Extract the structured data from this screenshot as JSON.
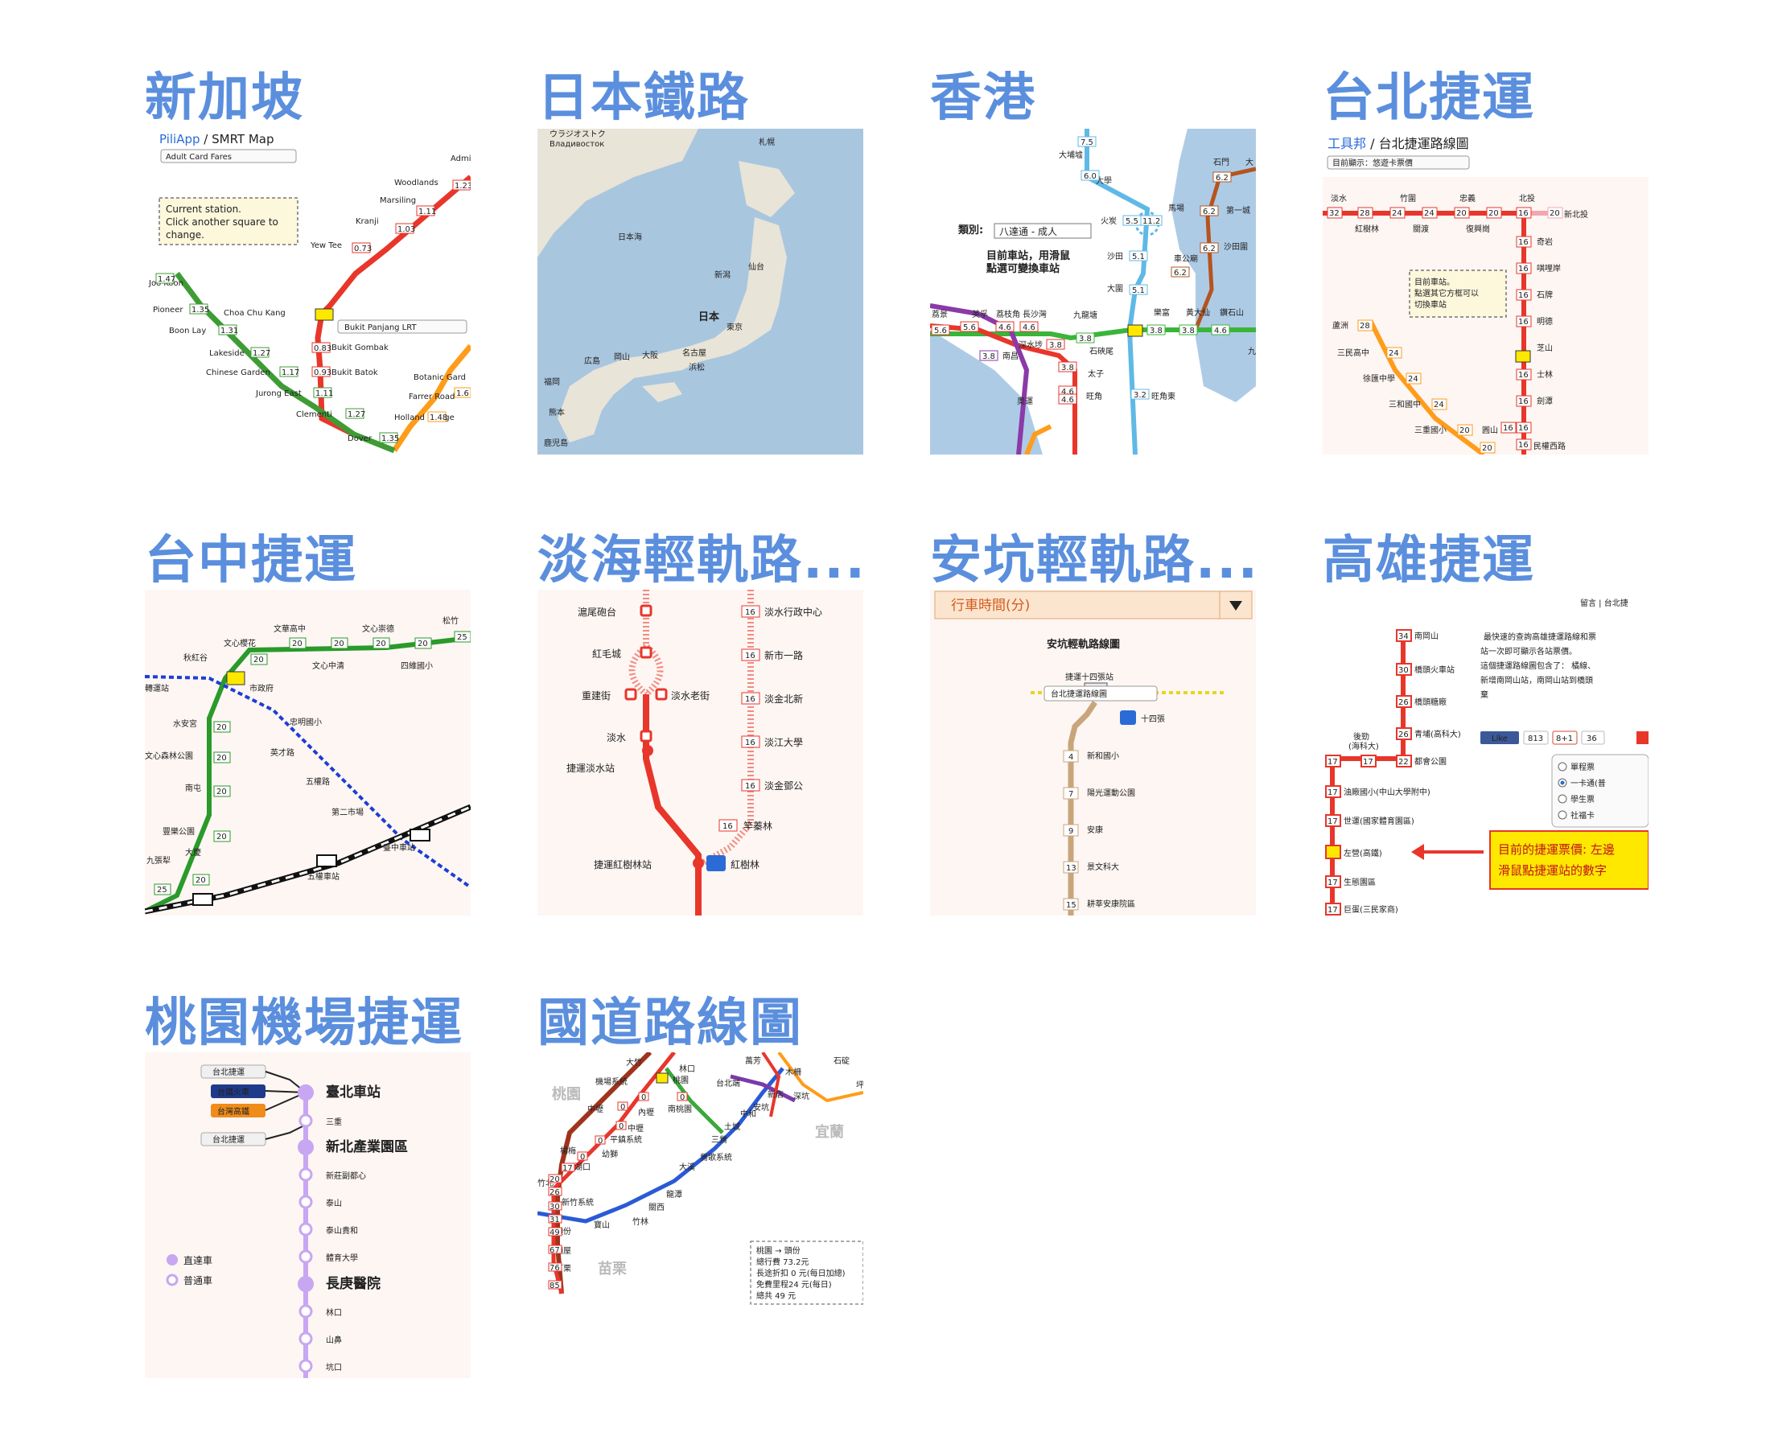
{
  "tiles": [
    {
      "title": "新加坡"
    },
    {
      "title": "日本鐵路"
    },
    {
      "title": "香港"
    },
    {
      "title": "台北捷運"
    },
    {
      "title": "台中捷運"
    },
    {
      "title": "淡海輕軌路..."
    },
    {
      "title": "安坑輕軌路..."
    },
    {
      "title": "高雄捷運"
    },
    {
      "title": "桃園機場捷運"
    },
    {
      "title": "國道路線圖"
    }
  ],
  "sg": {
    "brand": "PiliApp",
    "sep": " / ",
    "app": "SMRT Map",
    "fare_select": "Adult Card Fares",
    "tooltip": [
      "Current station.",
      "Click another square to",
      "change."
    ],
    "lrt_select": "Bukit Panjang LRT",
    "stations": [
      "Woodlands",
      "Marsiling",
      "Kranji",
      "Yew Tee",
      "Choa Chu Kang",
      "Bukit Gombak",
      "Bukit Batok",
      "Joo Koon",
      "Pioneer",
      "Boon Lay",
      "Lakeside",
      "Chinese Garden",
      "Jurong East",
      "Clementi",
      "Dover",
      "Botanic Gard",
      "Farrer Road",
      "Holland Village",
      "Admi"
    ],
    "fares": [
      "1.23",
      "1.11",
      "1.03",
      "0.73",
      "0.83",
      "0.93",
      "1.47",
      "1.35",
      "1.31",
      "1.27",
      "1.17",
      "1.11",
      "1.27",
      "1.35",
      "1.48",
      "1.6"
    ]
  },
  "jp": {
    "labels": [
      "ウラジオストク",
      "Владивосток",
      "札幌",
      "日本海",
      "仙台",
      "新潟",
      "日本",
      "東京",
      "名古屋",
      "大阪",
      "岡山",
      "広島",
      "浜松",
      "福岡",
      "熊本",
      "鹿児島"
    ]
  },
  "hk": {
    "class_label": "類別:",
    "class_value": "八達通 - 成人",
    "tip": [
      "目前車站，用滑鼠",
      "點選可變換車站"
    ],
    "stations": [
      "大埔墟",
      "大學",
      "火炭",
      "沙田",
      "大圍",
      "馬場",
      "第一城",
      "石門",
      "大",
      "車公廟",
      "沙田圍",
      "九龍塘",
      "樂富",
      "黃大仙",
      "鑽石山",
      "九",
      "石硤尾",
      "太子",
      "旺角",
      "旺角東",
      "深水埗",
      "南昌",
      "美孚",
      "荔枝角",
      "長沙灣",
      "荔景",
      "奧運"
    ],
    "fares": [
      "7.5",
      "6.0",
      "5.5",
      "11.2",
      "5.1",
      "5.1",
      "6.2",
      "6.2",
      "6.2",
      "6.2",
      "3.8",
      "3.8",
      "4.6",
      "5.6",
      "5.6",
      "4.6",
      "4.6",
      "3.8",
      "3.8",
      "3.8",
      "4.6",
      "3.8",
      "3.2",
      "4.6"
    ]
  },
  "tp": {
    "brand": "工具邦",
    "sep": " / ",
    "app": "台北捷運路線圖",
    "select": "目前顯示：悠遊卡票價",
    "top_stations": [
      "淡水",
      "竹圍",
      "忠義",
      "北投",
      "紅樹林",
      "關渡",
      "復興崗",
      "新北投"
    ],
    "stations": [
      "奇岩",
      "唭哩岸",
      "石牌",
      "明德",
      "芝山",
      "士林",
      "劍潭",
      "民權西路",
      "圓山"
    ],
    "left_stations": [
      "蘆洲",
      "三民高中",
      "徐匯中學",
      "三和國中",
      "三重國小"
    ],
    "tip": [
      "目前車站。",
      "點選其它方框可以",
      "切換車站"
    ],
    "fares": [
      "32",
      "28",
      "24",
      "24",
      "20",
      "20",
      "16",
      "20",
      "16",
      "16",
      "16",
      "16",
      "16",
      "16",
      "16",
      "16",
      "16",
      "28",
      "24",
      "24",
      "24",
      "20",
      "20"
    ]
  },
  "tc": {
    "stations": [
      "文華高中",
      "文心崇德",
      "松竹",
      "文心櫻花",
      "秋紅谷",
      "文心中清",
      "四維國小",
      "市政府",
      "轉運站",
      "水安宮",
      "忠明國小",
      "文心森林公園",
      "英才路",
      "五權路",
      "南屯",
      "第二市場",
      "豐樂公園",
      "大慶",
      "九張犁",
      "五權車站",
      "臺中車站"
    ],
    "fares": [
      "20",
      "20",
      "20",
      "20",
      "25",
      "20",
      "20",
      "20",
      "20",
      "20",
      "20",
      "25"
    ]
  },
  "dh": {
    "stations": [
      "滬尾砲台",
      "紅毛城",
      "重建街",
      "淡水老街",
      "淡水",
      "捷運淡水站",
      "捷運紅樹林站",
      "淡水行政中心",
      "新市一路",
      "淡金北新",
      "淡江大學",
      "淡金鄧公",
      "竿蓁林",
      "紅樹林"
    ],
    "fares": [
      "16",
      "16",
      "16",
      "16",
      "16",
      "16"
    ]
  },
  "ak": {
    "select": "行車時間(分)",
    "heading": "安坑輕軌路線圖",
    "stations": [
      "捷運十四張站",
      "台北捷運路線圖",
      "十四張",
      "新和國小",
      "陽光運動公園",
      "安康",
      "景文科大",
      "耕莘安康院區"
    ],
    "times": [
      "4",
      "7",
      "9",
      "13",
      "15"
    ]
  },
  "ks": {
    "links": "留言 | 台北捷",
    "desc": [
      "最快速的查詢高雄捷運路線和票",
      "站一次即可顯示各站票價。",
      "這個捷運路線圖包含了： 橘線、"
    ],
    "desc_red": [
      "新增南岡山站，南岡山站到橋頭",
      "棄"
    ],
    "like": "Like",
    "like_count": "813",
    "gplus": "8+1",
    "gplus_count": "36",
    "ticket_options": [
      "單程票",
      "一卡通(普",
      "學生票",
      "社福卡"
    ],
    "stations": [
      "南岡山",
      "橋頭火車站",
      "橋頭糖廠",
      "青埔(高科大)",
      "都會公園",
      "後勁",
      "(海科大)",
      "油廠國小(中山大學附中)",
      "世運(國家體育園區)",
      "左營(高鐵)",
      "生態園區",
      "巨蛋(三民家商)"
    ],
    "fares": [
      "34",
      "30",
      "26",
      "26",
      "22",
      "17",
      "17",
      "17",
      "17",
      "17",
      "17"
    ],
    "notice": [
      "目前的捷運票價: 左邊",
      "滑鼠點捷運站的數字"
    ]
  },
  "ty": {
    "badges": [
      "台北捷運",
      "台鐵火車",
      "台灣高鐵",
      "台北捷運"
    ],
    "stations": [
      "臺北車站",
      "三重",
      "新北產業園區",
      "新莊副都心",
      "泰山",
      "泰山貴和",
      "體育大學",
      "長庚醫院",
      "林口",
      "山鼻",
      "坑口"
    ],
    "legend": [
      "直達車",
      "普通車"
    ]
  },
  "hw": {
    "regions": [
      "桃園",
      "宜蘭",
      "苗栗"
    ],
    "labels": [
      "大竹",
      "林口",
      "機場系統",
      "桃園",
      "南桃園",
      "內壢",
      "中壢",
      "中壢",
      "平鎮系統",
      "幼獅",
      "楊梅",
      "湖口",
      "竹北",
      "新竹系統",
      "寶山",
      "竹林",
      "關西",
      "龍潭",
      "大溪",
      "鶯歌系統",
      "三鶯",
      "土城",
      "中和",
      "安坑",
      "新店",
      "深坑",
      "木柵",
      "石碇",
      "坪",
      "萬芳",
      "台北端",
      "頭份",
      "頭屋",
      "苗栗"
    ],
    "fares": [
      "0",
      "0",
      "0",
      "0",
      "0",
      "0",
      "17",
      "20",
      "26",
      "30",
      "31",
      "49",
      "67",
      "76",
      "85"
    ],
    "info": [
      "桃園 → 頭份",
      "總行費 73.2元",
      "長途折扣 0 元(每日加總)",
      "免費里程24 元(每日)",
      "總共 49 元"
    ]
  }
}
